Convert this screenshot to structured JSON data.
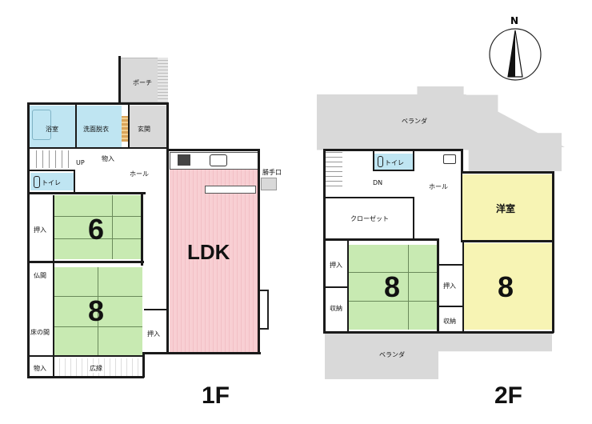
{
  "compass": {
    "north_label": "N"
  },
  "floor1": {
    "label": "1F",
    "rooms": {
      "bath": "浴室",
      "washroom": "洗面脱衣",
      "entrance": "玄関",
      "porch": "ポーチ",
      "storage_top": "物入",
      "hall": "ホール",
      "stairs_up": "UP",
      "toilet": "トイレ",
      "service_door": "勝手口",
      "closet_6": "押入",
      "tatami_6": "6",
      "butsuma": "仏間",
      "tokonoma": "床の間",
      "tatami_8": "8",
      "storage_bottom": "物入",
      "veranda_corridor": "広縁",
      "closet_8": "押入",
      "ldk": "LDK"
    }
  },
  "floor2": {
    "label": "2F",
    "rooms": {
      "veranda_top": "ベランダ",
      "toilet": "トイレ",
      "hall": "ホール",
      "stairs_down": "DN",
      "closet": "クローゼット",
      "western_room": "洋室",
      "closet_left": "押入",
      "storage_left": "収納",
      "tatami_8": "8",
      "closet_right": "押入",
      "storage_right": "収納",
      "room_8": "8",
      "veranda_bottom": "ベランダ"
    }
  }
}
